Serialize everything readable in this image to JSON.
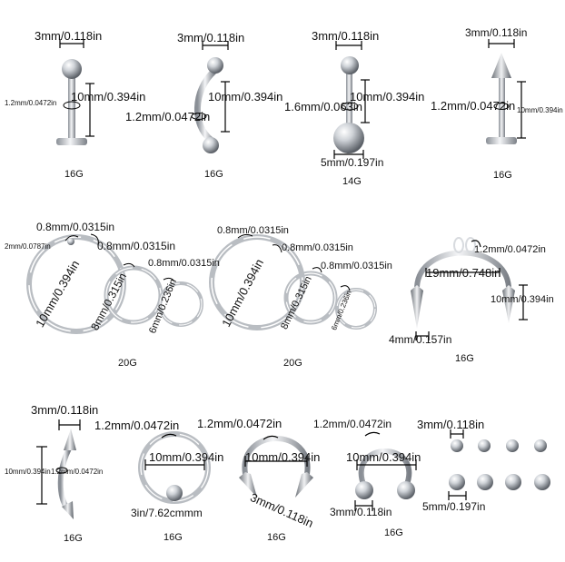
{
  "products": [
    {
      "gauge": "16G",
      "width": "3mm/0.118in",
      "length": "10mm/0.394in",
      "thickness": "1.2mm/0.0472in"
    },
    {
      "gauge": "16G",
      "width": "3mm/0.118in",
      "length": "10mm/0.394in",
      "thickness": "1.2mm/0.0472in"
    },
    {
      "gauge": "14G",
      "width": "3mm/0.118in",
      "length": "10mm/0.394in",
      "thickness": "1.6mm/0.063in",
      "ball": "5mm/0.197in"
    },
    {
      "gauge": "16G",
      "width": "3mm/0.118in",
      "length": "10mm/0.394in",
      "thickness": "1.2mm/0.0472in"
    },
    {
      "gauge": "20G",
      "thick1": "0.8mm/0.0315in",
      "thick2": "0.8mm/0.0315in",
      "thick3": "0.8mm/0.0315in",
      "bead": "2mm/0.0787in",
      "d1": "10mm/0.394in",
      "d2": "8mm/0.315in",
      "d3": "6mm/0.236in"
    },
    {
      "gauge": "20G",
      "thick1": "0.8mm/0.0315in",
      "thick2": "0.8mm/0.0315in",
      "thick3": "0.8mm/0.0315in",
      "d1": "10mm/0.394in",
      "d2": "8mm/0.315in",
      "d3": "6mm/0.236in"
    },
    {
      "gauge": "16G",
      "thickness": "1.2mm/0.0472in",
      "width": "19mm/0.748in",
      "height": "10mm/0.394in",
      "spike": "4mm/0.157in"
    },
    {
      "gauge": "16G",
      "width": "3mm/0.118in",
      "length": "10mm/0.394in",
      "thickness": "1.2mm/0.0472in"
    },
    {
      "gauge": "16G",
      "thickness": "1.2mm/0.0472in",
      "diameter": "10mm/0.394in",
      "ball": "3in/7.62cmmm"
    },
    {
      "gauge": "16G",
      "thickness": "1.2mm/0.0472in",
      "diameter": "10mm/0.394in",
      "spike": "3mm/0.118in"
    },
    {
      "gauge": "16G",
      "thickness": "1.2mm/0.0472in",
      "diameter": "10mm/0.394in",
      "ball": "3mm/0.118in"
    },
    {
      "small_ball": "3mm/0.118in",
      "large_ball": "5mm/0.197in"
    }
  ]
}
